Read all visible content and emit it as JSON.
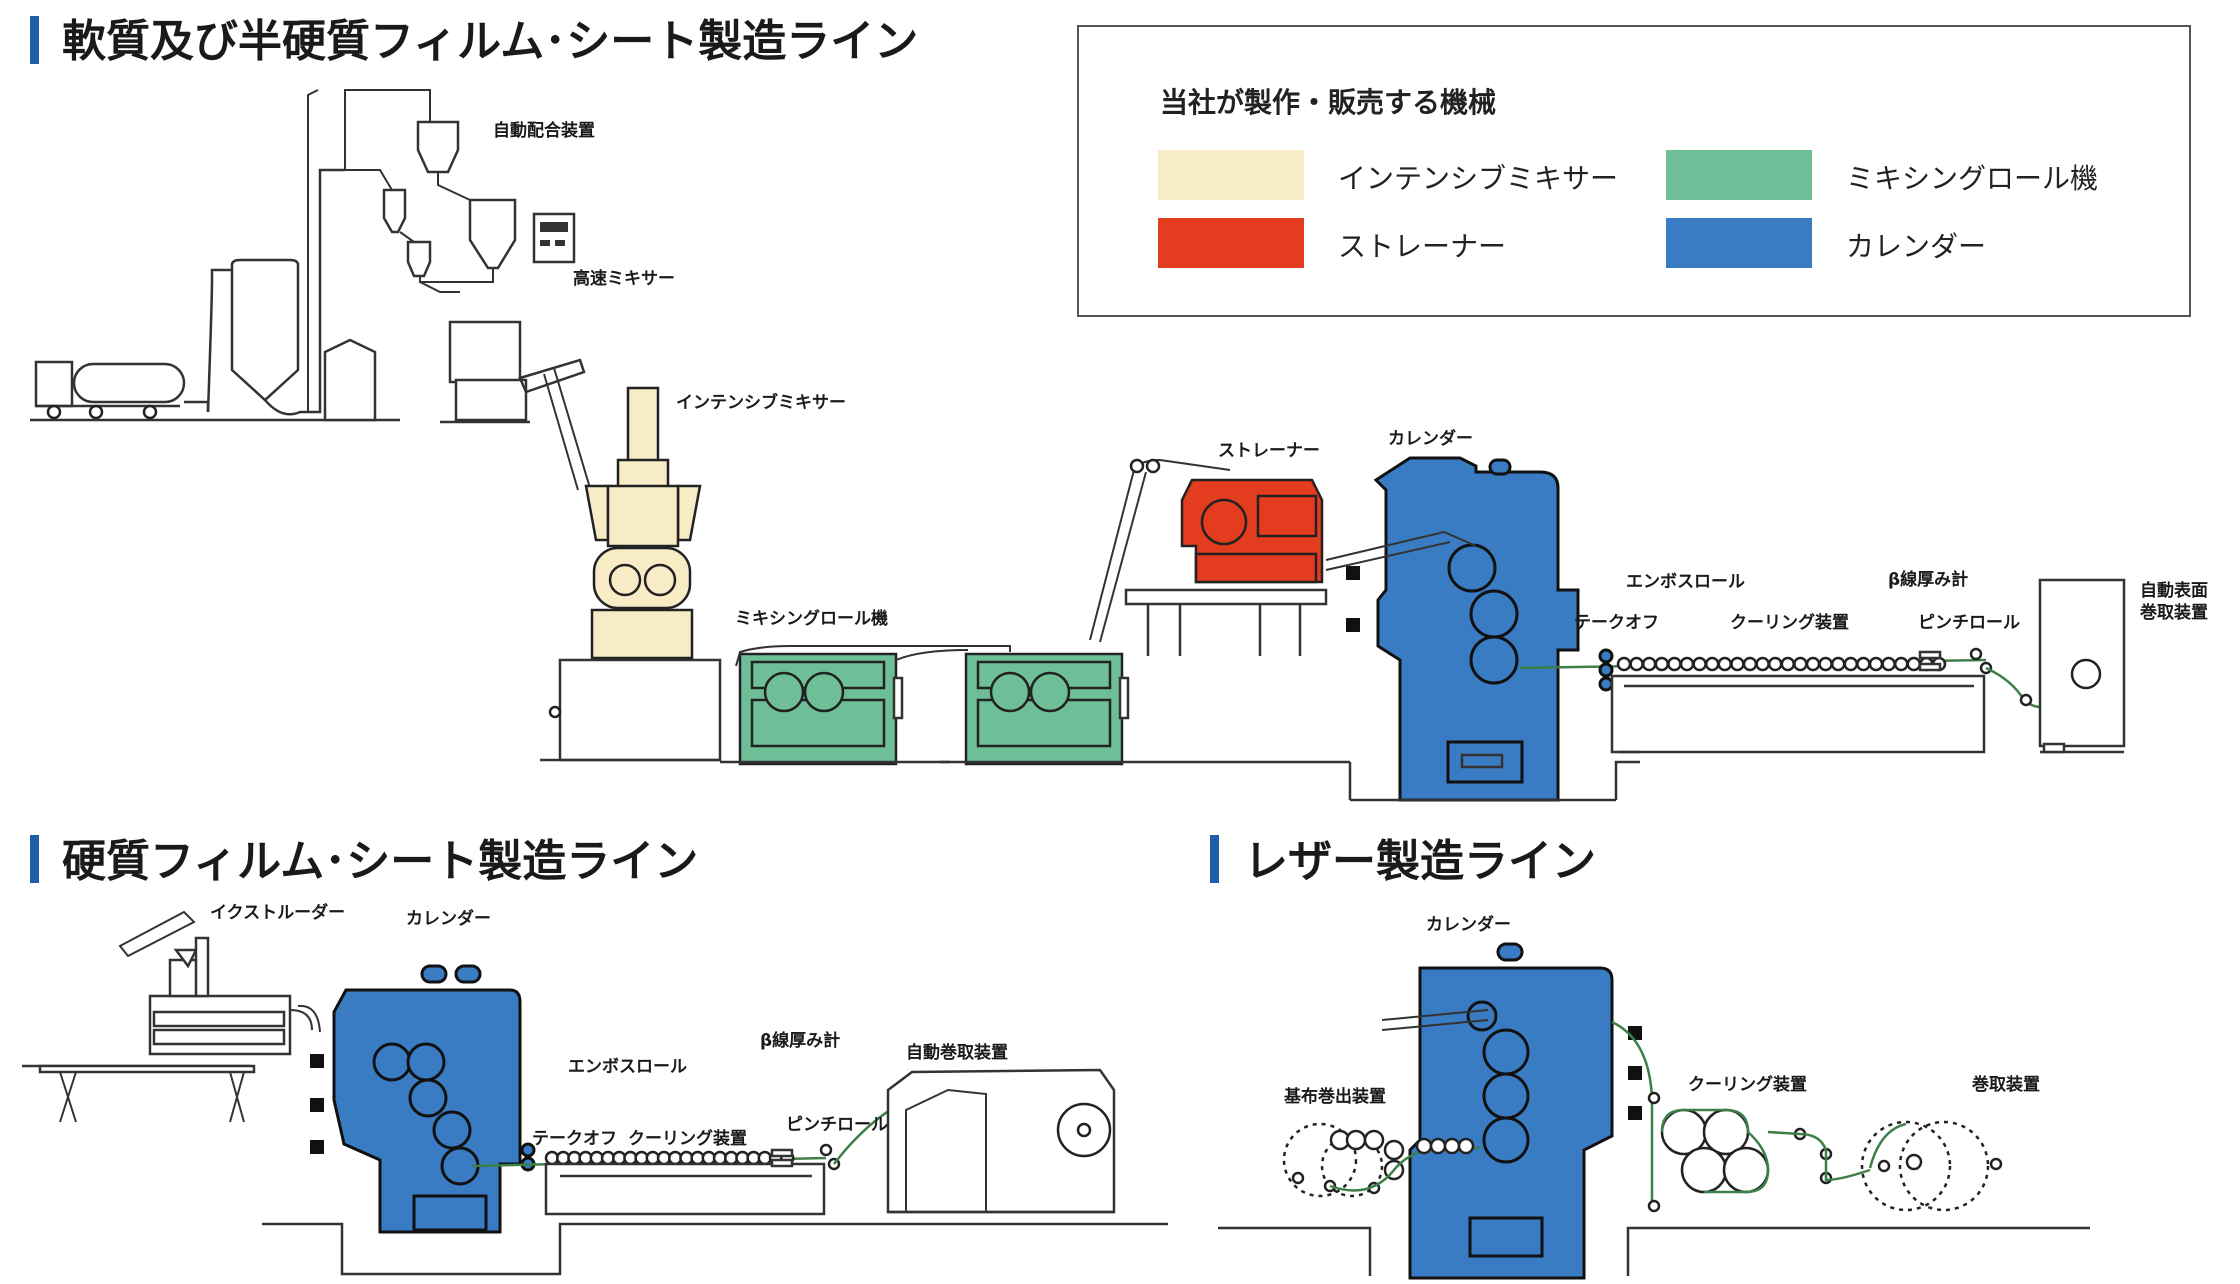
{
  "sections": {
    "soft": {
      "title": "軟質及び半硬質フィルム･シート製造ライン"
    },
    "hard": {
      "title": "硬質フィルム･シート製造ライン"
    },
    "leather": {
      "title": "レザー製造ライン"
    }
  },
  "legend": {
    "title": "当社が製作・販売する機械",
    "items": [
      {
        "label": "インテンシブミキサー",
        "color": "#f8ecc7"
      },
      {
        "label": "ミキシングロール機",
        "color": "#6ebf97"
      },
      {
        "label": "ストレーナー",
        "color": "#e43c1f"
      },
      {
        "label": "カレンダー",
        "color": "#3a7cc4"
      }
    ]
  },
  "soft_labels": {
    "auto_blender": "自動配合装置",
    "high_speed_mixer": "高速ミキサー",
    "intensive_mixer": "インテンシブミキサー",
    "mixing_roll": "ミキシングロール機",
    "strainer": "ストレーナー",
    "calender": "カレンダー",
    "emboss_roll": "エンボスロール",
    "beta_gauge": "β線厚み計",
    "auto_surface_winder_1": "自動表面",
    "auto_surface_winder_2": "巻取装置",
    "take_off": "テークオフ",
    "cooling": "クーリング装置",
    "pinch_roll": "ピンチロール"
  },
  "hard_labels": {
    "extruder": "イクストルーダー",
    "calender": "カレンダー",
    "emboss_roll": "エンボスロール",
    "beta_gauge": "β線厚み計",
    "auto_winder": "自動巻取装置",
    "take_off": "テークオフ",
    "cooling": "クーリング装置",
    "pinch_roll": "ピンチロール"
  },
  "leather_labels": {
    "calender": "カレンダー",
    "base_unwinder": "基布巻出装置",
    "cooling": "クーリング装置",
    "winder": "巻取装置"
  },
  "colors": {
    "accent_bar": "#1f5fa8",
    "mixer": "#f8ecc7",
    "mixing_roll": "#6ebf97",
    "strainer": "#e43c1f",
    "calender": "#3a7cc4",
    "sheet": "#3d7f49"
  }
}
